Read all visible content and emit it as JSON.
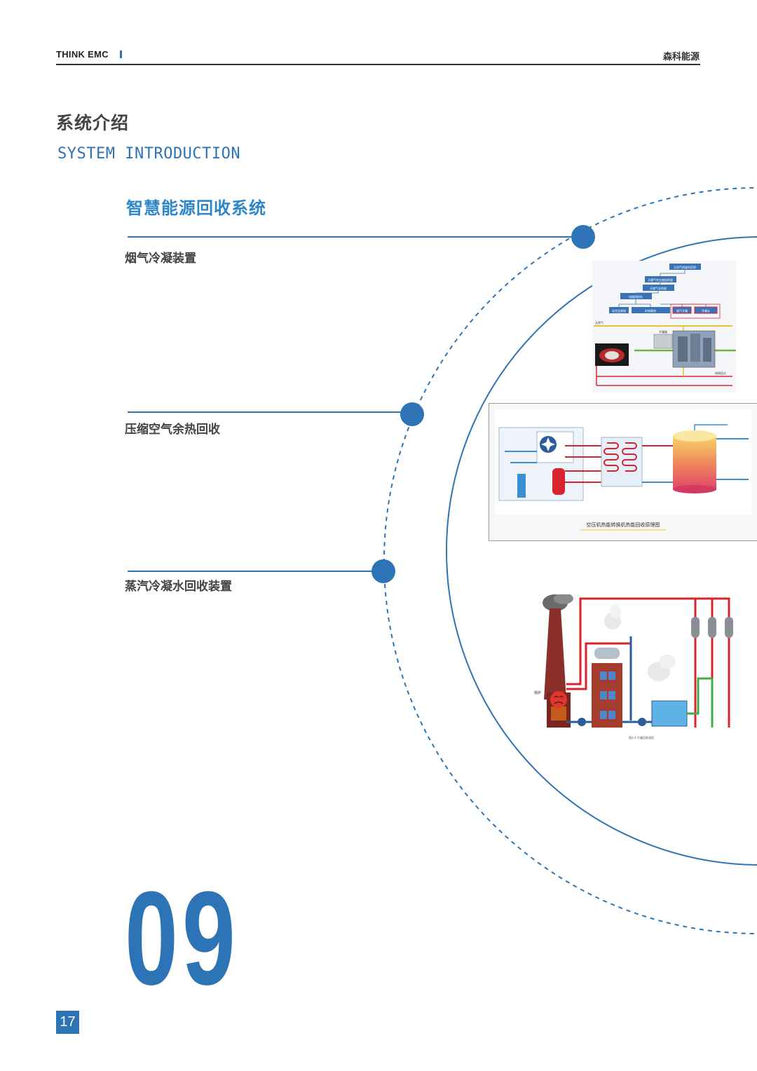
{
  "header": {
    "brand": "THINK EMC",
    "company": "森科能源"
  },
  "section": {
    "title_cn": "系统介绍",
    "title_en": "SYSTEM INTRODUCTION"
  },
  "system": {
    "title": "智慧能源回收系统",
    "items": [
      {
        "label": "烟气冷凝装置"
      },
      {
        "label": "压缩空气余热回收"
      },
      {
        "label": "蒸汽冷凝水回收装置"
      }
    ]
  },
  "diagrams": {
    "flue_gas": {
      "boxes": [
        "天然气热量利用率",
        "天燃气完全燃烧热量",
        "天燃气全热量",
        "排烟热损失",
        "未完全燃烧",
        "炉体散热",
        "烟气冷凝",
        "冷凝水"
      ],
      "labels": [
        "天然气",
        "冷凝器",
        "热网回水"
      ]
    },
    "air_compressor": {
      "caption": "空压机热能转换机热能回收原理图"
    },
    "steam_condensate": {
      "boiler_label": "锅炉",
      "caption": "图2-4 冷凝回收流程"
    }
  },
  "chapter_number": "09",
  "page_number": "17",
  "colors": {
    "accent": "#2c74b6",
    "title_blue": "#2c86c8",
    "red_line": "#d9232e"
  }
}
